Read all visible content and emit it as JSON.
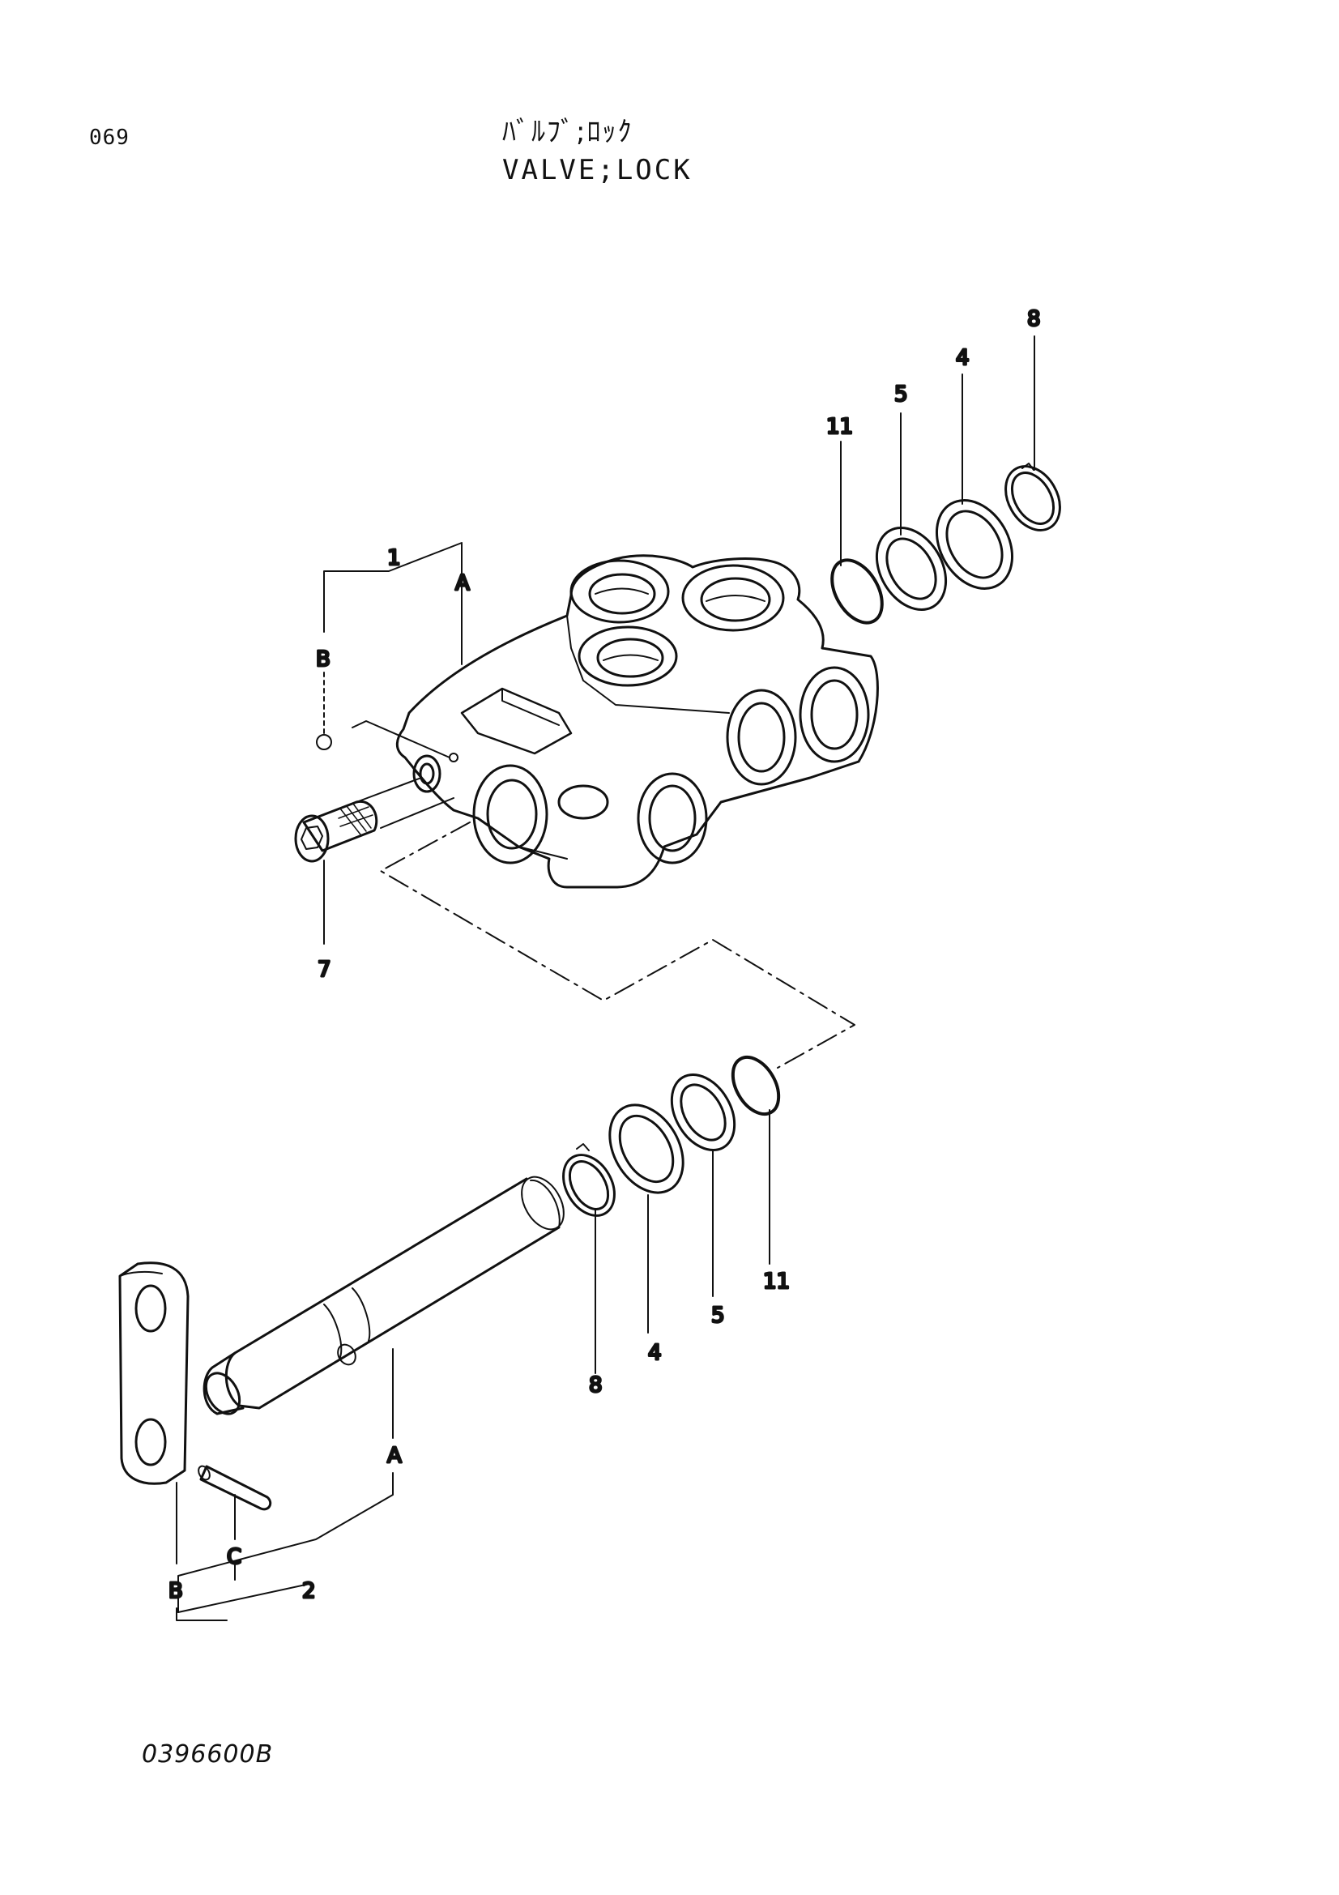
{
  "page_number": "069",
  "title_jp": "ﾊﾞﾙﾌﾞ;ﾛｯｸ",
  "title_en": "VALVE;LOCK",
  "drawing_code": "0396600B",
  "callouts": {
    "valve_body": "1",
    "ref_a_upper": "A",
    "ref_b_upper": "B",
    "plug": "7",
    "oring_upper": "11",
    "ring_upper": "5",
    "washer_upper": "4",
    "snap_ring_upper": "8",
    "oring_lower": "11",
    "ring_lower": "5",
    "washer_lower": "4",
    "snap_ring_lower": "8",
    "spool_assembly": "2",
    "ref_a_lower": "A",
    "ref_b_lower": "B",
    "ref_c_lower": "C"
  }
}
